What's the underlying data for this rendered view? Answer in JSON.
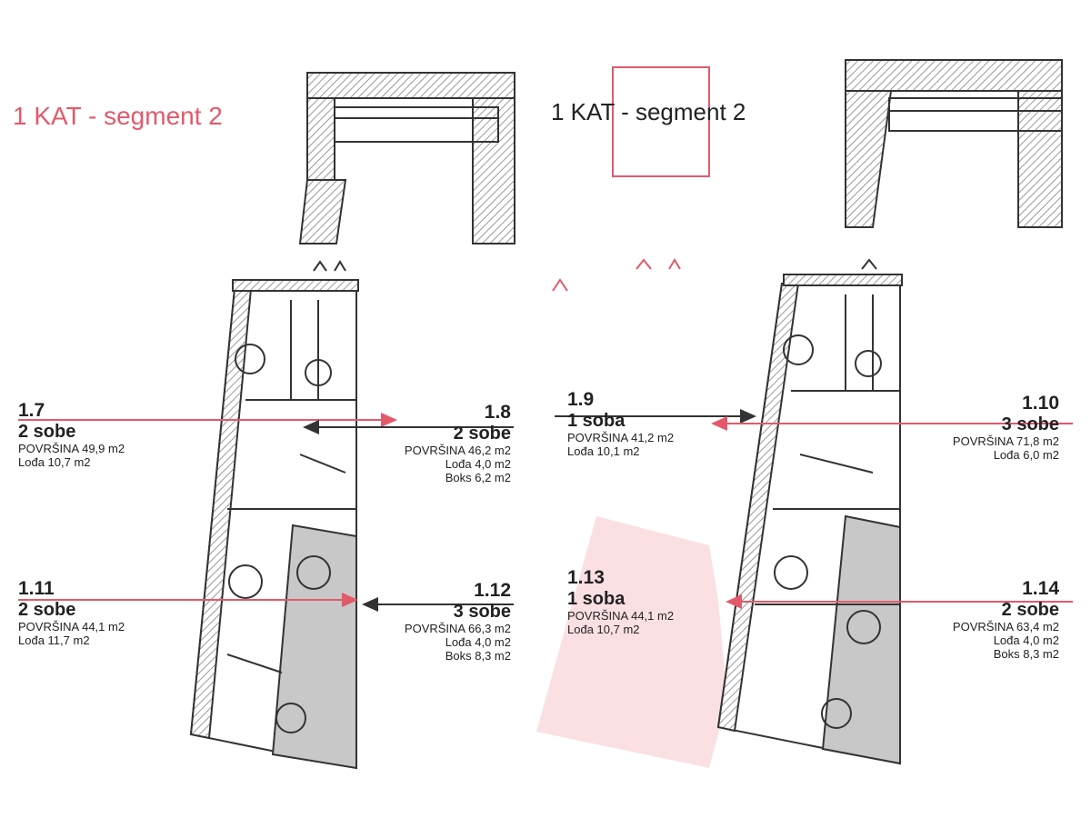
{
  "plan": {
    "heading_left": "1 KAT - segment 2",
    "heading_right": "1 KAT - segment 2",
    "colors": {
      "accent": "#e25a6a",
      "highlight_fill": "#fbe0e3",
      "hatch": "#bdbdbd",
      "wall": "#333333"
    },
    "units": [
      {
        "id": "u1",
        "number": "1.7",
        "type": "2 sobe",
        "area_label": "POVRŠINA",
        "area": "49,9 m2",
        "loggia_label": "Lođa",
        "loggia": "10,7 m2"
      },
      {
        "id": "u2",
        "number": "1.8",
        "type": "2 sobe",
        "area_label": "POVRŠINA",
        "area": "46,2 m2",
        "loggia_label": "Lođa",
        "loggia": "4,0 m2",
        "storage_label": "Boks",
        "storage": "6,2 m2"
      },
      {
        "id": "u3",
        "number": "1.9",
        "type": "1 soba",
        "area_label": "POVRŠINA",
        "area": "41,2 m2",
        "loggia_label": "Lođa",
        "loggia": "10,1 m2"
      },
      {
        "id": "u4",
        "number": "1.10",
        "type": "3 sobe",
        "area_label": "POVRŠINA",
        "area": "71,8 m2",
        "loggia_label": "Lođa",
        "loggia": "6,0 m2"
      },
      {
        "id": "u5",
        "number": "1.11",
        "type": "2 sobe",
        "area_label": "POVRŠINA",
        "area": "44,1 m2",
        "loggia_label": "Lođa",
        "loggia": "11,7 m2"
      },
      {
        "id": "u6",
        "number": "1.12",
        "type": "3 sobe",
        "area_label": "POVRŠINA",
        "area": "66,3 m2",
        "loggia_label": "Lođa",
        "loggia": "4,0 m2",
        "storage_label": "Boks",
        "storage": "8,3 m2"
      },
      {
        "id": "u7",
        "number": "1.13",
        "type": "1 soba",
        "area_label": "POVRŠINA",
        "area": "44,1 m2",
        "loggia_label": "Lođa",
        "loggia": "10,7 m2"
      },
      {
        "id": "u8",
        "number": "1.14",
        "type": "2 sobe",
        "area_label": "POVRŠINA",
        "area": "63,4 m2",
        "loggia_label": "Lođa",
        "loggia": "4,0 m2",
        "storage_label": "Boks",
        "storage": "8,3 m2"
      }
    ]
  }
}
